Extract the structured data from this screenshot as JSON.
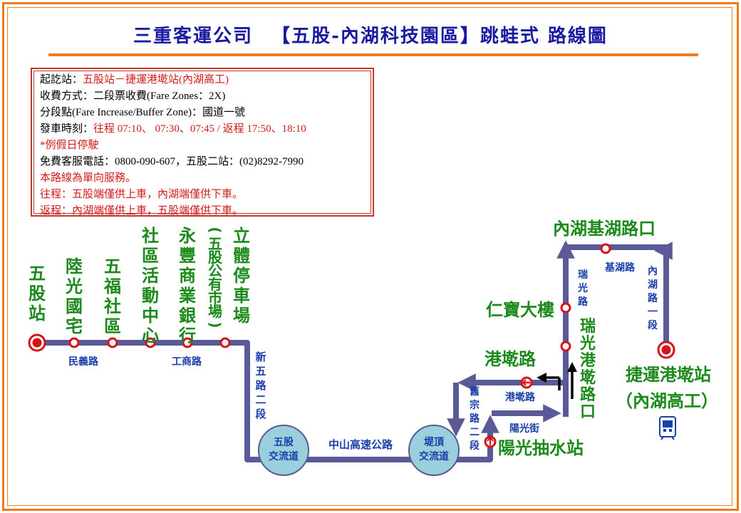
{
  "header": {
    "company": "三重客運公司",
    "route_name": "【五股-內湖科技園區】跳蛙式",
    "suffix": "路線圖"
  },
  "info": {
    "endpoints_label": "起訖站：",
    "endpoints_value": "五股站－捷運港墘站(內湖高工)",
    "fare_line": "收費方式：二段票收費(Fare Zones：2X)",
    "buffer_line": "分段點(Fare Increase/Buffer Zone)：國道一號",
    "schedule_label": "發車時刻：",
    "schedule_value": "往程 07:10、 07:30、07:45 / 返程 17:50、18:10",
    "holiday_note": "*例假日停駛",
    "phone_line": "免費客服電話：0800-090-607，五股二站：(02)8292-7990",
    "one_way_note": "本路線為單向服務。",
    "outbound_note": "往程：五股端僅供上車，內湖端僅供下車。",
    "return_note": "返程：內湖端僅供上車，五股端僅供下車。"
  },
  "stops": {
    "wugu": "五股站",
    "luguang": "陸光國宅",
    "wufu": "五福社區",
    "shequ": "社區活動中心",
    "yongfeng": "永豐商業銀行",
    "market": "(五股公有市場)",
    "liti": "立體停車場",
    "renbao": "仁寶大樓",
    "jihu": "內湖基湖路口",
    "ruiguang_kou": "瑞光港墘路口",
    "gangqian_road": "港墘路",
    "yangguang_pump": "陽光抽水站",
    "mrt_name": "捷運港墘站",
    "mrt_sub": "（內湖高工）"
  },
  "roads": {
    "minyi": "民義路",
    "gongshang": "工商路",
    "xinwu": "新五路二段",
    "highway": "中山高速公路",
    "jiuzong": "舊宗路二段",
    "gangqian": "港墘路",
    "yangguang": "陽光街",
    "ruiguang": "瑞光路",
    "jihu": "基湖路",
    "neihu": "內湖路一段"
  },
  "interchanges": {
    "wugu": "五股交流道",
    "diding": "堤頂交流道"
  },
  "icons": {
    "mrt": "metro-train-icon",
    "arrow": "direction-arrow-icon",
    "no_entry": "no-entry-icon",
    "turn_arrow": "turn-arrow-icon"
  },
  "colors": {
    "route": "#5a5a96",
    "stop_ring": "#d4131a",
    "stop_text": "#1b8a1b",
    "road_text": "#1a3faa",
    "frame": "#f07a1c",
    "interchange": "#9ad0dc"
  }
}
